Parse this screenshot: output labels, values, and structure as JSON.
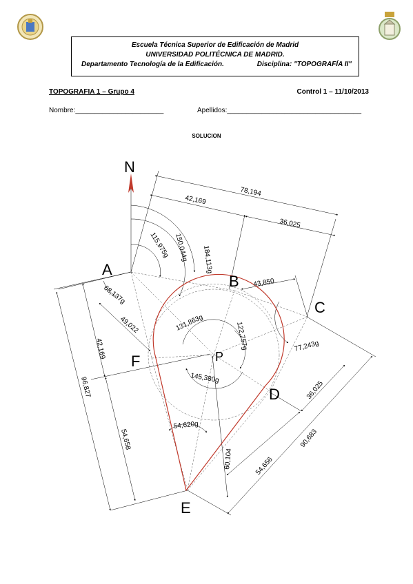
{
  "header": {
    "line1": "Escuela Técnica Superior de Edificación de Madrid",
    "line2": "UNIVERSIDAD POLITÉCNICA DE MADRID.",
    "line3_left": "Departamento Tecnología de la Edificación.",
    "line3_right": "Disciplina: \"TOPOGRAFÍA II\""
  },
  "exam": {
    "title": "TOPOGRAFIA 1 – Grupo 4",
    "control": "Control 1 – 11/10/2013",
    "name_label": "Nombre:_______________________",
    "surname_label": "Apellidos:___________________________________",
    "solution": "SOLUCION"
  },
  "figure": {
    "north": "N",
    "points": {
      "A": "A",
      "B": "B",
      "C": "C",
      "D": "D",
      "E": "E",
      "F": "F",
      "P": "P"
    },
    "dimensions": {
      "d78194": "78,194",
      "d42169_top": "42,169",
      "d36025_top": "36,025",
      "a115975": "115,975g",
      "a150044": "150,044g",
      "a184113": "184,113g",
      "a68137": "68,137g",
      "d43850": "43,850",
      "d49022": "49,022",
      "a131863": "131,863g",
      "a122757": "122,757g",
      "a77243": "77,243g",
      "a145380": "145,380g",
      "d42169_left": "42,169",
      "d96827": "96,827",
      "d54658": "54,658",
      "a54620": "54,620g",
      "d60104": "60,104",
      "d54656": "54,656",
      "d36025_right": "36,025",
      "d90683": "90,683"
    }
  }
}
